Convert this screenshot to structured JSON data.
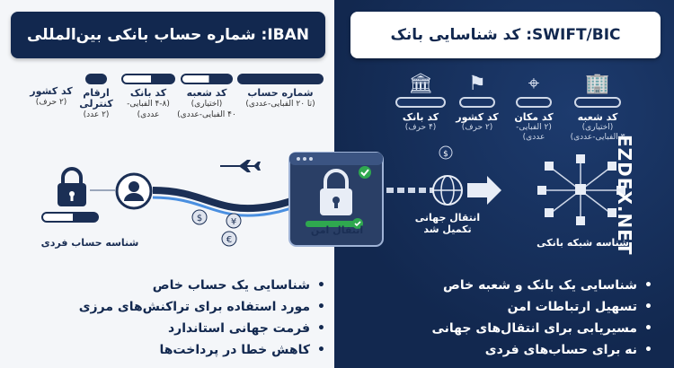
{
  "left": {
    "header": "IBAN: شماره حساب بانکی بین‌المللی",
    "segments": [
      {
        "title": "کد کشور",
        "sub": "(۲ حرف)"
      },
      {
        "title": "ارقام کنترلی",
        "sub": "(۲ عدد)"
      },
      {
        "title": "کد بانک",
        "sub": "(۴-۸ الفبایی-عددی)"
      },
      {
        "title": "کد شعبه",
        "sub": "(اختیاری)\n۴۰ الفبایی-عددی)"
      },
      {
        "title": "شماره حساب",
        "sub": "(تا ۲۰ الفبایی-عددی)"
      }
    ],
    "account_label": "شناسه حساب فردی",
    "bullets": [
      "شناسایی یک حساب خاص",
      "مورد استفاده برای تراکنش‌های مرزی",
      "فرمت جهانی استاندارد",
      "کاهش خطا در پرداخت‌ها"
    ]
  },
  "right": {
    "header": "SWIFT/BIC: کد شناسایی بانک",
    "segments": [
      {
        "title": "کد بانک",
        "sub": "(۴ حرف)",
        "icon": "bank-icon"
      },
      {
        "title": "کد کشور",
        "sub": "(۲ حرف)",
        "icon": "flag-icon"
      },
      {
        "title": "کد مکان",
        "sub": "(۲ الفبایی-عددی)",
        "icon": "location-pin-icon"
      },
      {
        "title": "کد شعبه",
        "sub": "(اختیاری)\n۳ الفبایی-عددی)",
        "icon": "building-icon"
      }
    ],
    "network_label": "شناسه شبکه بانکی",
    "bullets": [
      "شناسایی یک بانک و شعبه خاص",
      "تسهیل ارتباطات امن",
      "مسیریابی برای انتقال‌های جهانی",
      "نه برای حساب‌های فردی"
    ]
  },
  "center": {
    "secure_label": "انتقال امن",
    "complete_label": "انتقال جهانی\nتکمیل شد"
  },
  "watermark": "EZDEX.NET",
  "colors": {
    "navy": "#12284f",
    "accent_green": "#2fa84f",
    "light": "#f4f6f9"
  }
}
